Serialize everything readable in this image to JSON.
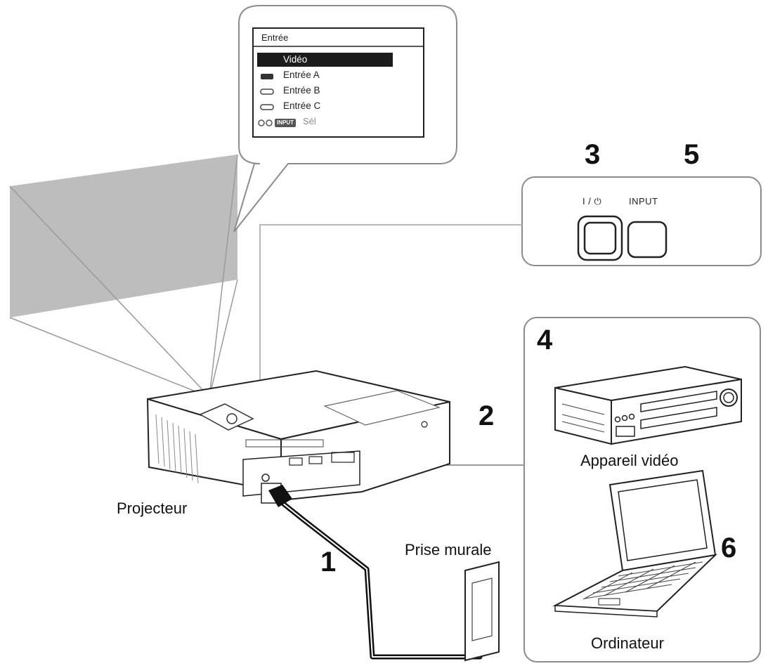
{
  "menu": {
    "title": "Entrée",
    "items": [
      {
        "label": "Vidéo",
        "selected": true,
        "icon": "circle-icon"
      },
      {
        "label": "Entrée A",
        "selected": false,
        "icon": "hdmi-icon"
      },
      {
        "label": "Entrée B",
        "selected": false,
        "icon": "hdmi-icon"
      },
      {
        "label": "Entrée C",
        "selected": false,
        "icon": "hdmi-icon"
      }
    ],
    "footer_badge": "INPUT",
    "footer_label": "Sél"
  },
  "panel": {
    "power_label": "I / ⏻",
    "input_label": "INPUT"
  },
  "steps": {
    "s1": "1",
    "s2": "2",
    "s3": "3",
    "s4": "4",
    "s5": "5",
    "s6": "6"
  },
  "captions": {
    "projector": "Projecteur",
    "outlet": "Prise murale",
    "video_device": "Appareil vidéo",
    "computer": "Ordinateur"
  }
}
